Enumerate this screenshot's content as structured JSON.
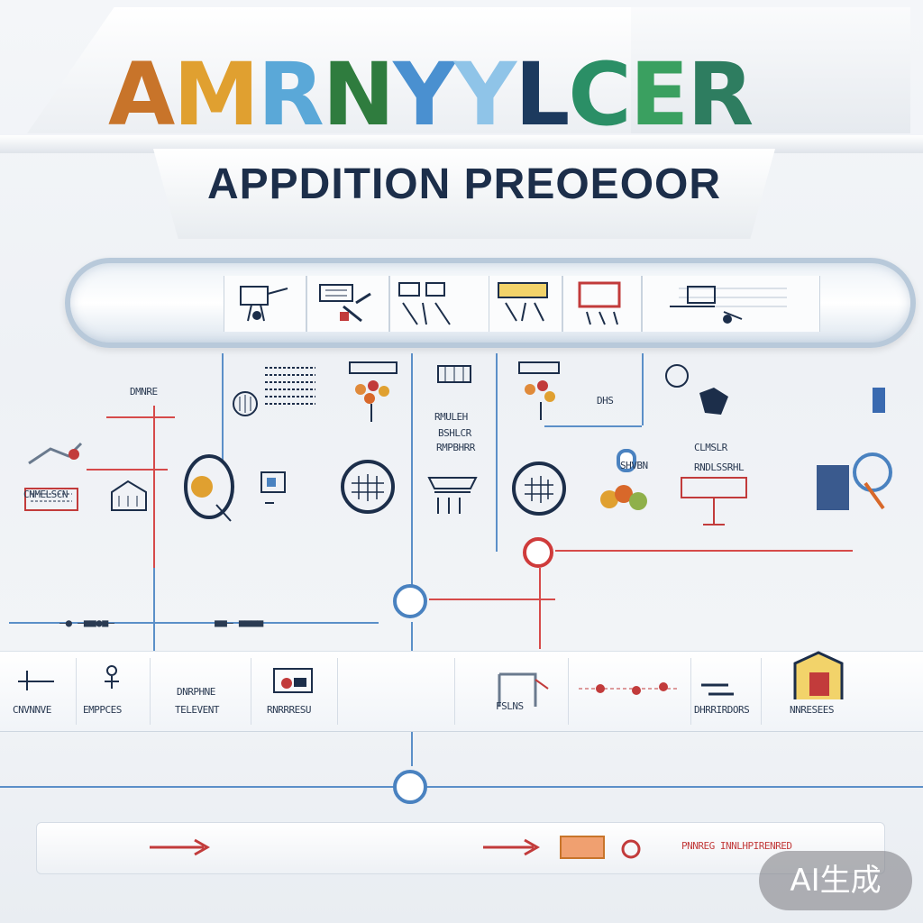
{
  "title": {
    "text": "AMRNYYLCER",
    "letters": [
      {
        "ch": "A",
        "color": "#c8742a"
      },
      {
        "ch": "M",
        "color": "#e0a030"
      },
      {
        "ch": "R",
        "color": "#5aa8d8"
      },
      {
        "ch": "N",
        "color": "#2f7c3e"
      },
      {
        "ch": "Y",
        "color": "#4a90d0"
      },
      {
        "ch": "Y",
        "color": "#8fc4e8"
      },
      {
        "ch": "L",
        "color": "#1c3a5e"
      },
      {
        "ch": "C",
        "color": "#2b8f66"
      },
      {
        "ch": "E",
        "color": "#3aa060"
      },
      {
        "ch": "R",
        "color": "#2e7d60"
      }
    ]
  },
  "subtitle": "APPDITION PREOEOOR",
  "tube_cells": [
    "cell-1",
    "cell-2",
    "cell-3",
    "cell-4",
    "cell-5",
    "cell-6"
  ],
  "labels": {
    "top_left": "DMNRE",
    "sub_1": "RMULEH",
    "sub_2": "BSHLCR",
    "sub_3": "RMPBHRR",
    "sub_4": "DHS",
    "sub_5": "SHVBN",
    "sub_6": "CLMSLR",
    "sub_7": "RNDLSSRHL",
    "sub_8": "CNMELSCN",
    "mid_left": "–● –■■●■–",
    "mid_2": "■■– ■■■■",
    "row_1": "CNVNNVE",
    "row_2": "EMPPCES",
    "row_3a": "DNRPHNE",
    "row_3b": "TELEVENT",
    "row_4": "RNRRRESU",
    "row_5": "FSLNS",
    "row_6": "DHRRIRDORS",
    "row_7": "NNRESEES",
    "bottom_right": "PNNREG INNLHPIRENRED"
  },
  "watermark": "AI生成",
  "colors": {
    "blue_line": "#4a82c0",
    "red_line": "#cf3b3b",
    "navy": "#1c2e4a"
  }
}
